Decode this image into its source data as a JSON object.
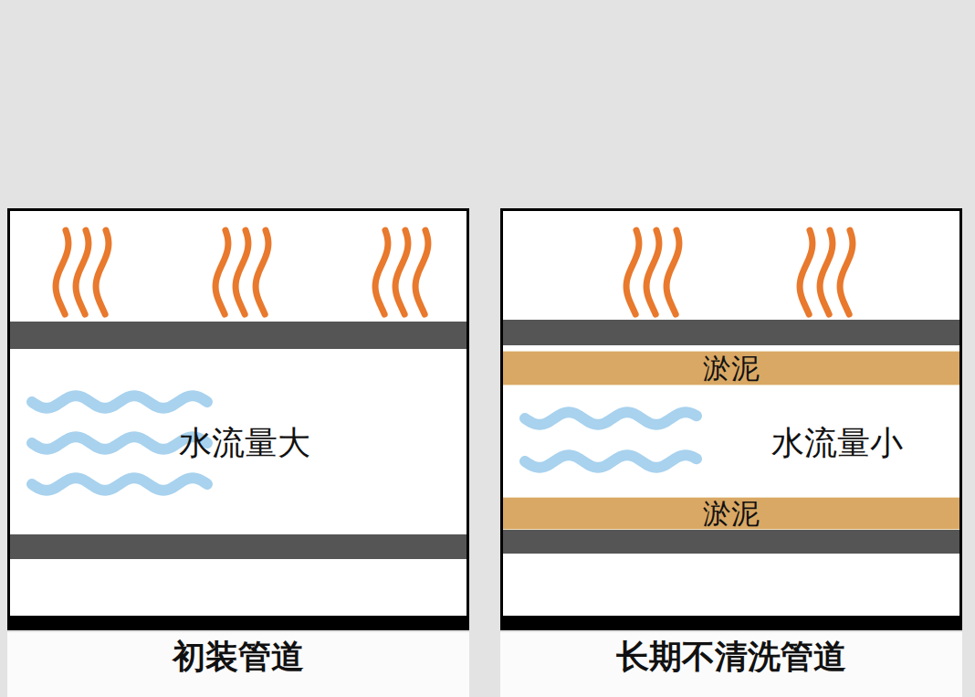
{
  "diagram": {
    "nodes": [
      {
        "text": [
          "水流量大",
          "初装管道"
        ]
      },
      {
        "text": [
          "水流量小",
          "长期不清洗管道"
        ]
      },
      {
        "text": [
          "淤泥"
        ],
        "in": 1
      },
      {
        "text": [
          "淤泥"
        ],
        "in": 1
      }
    ]
  }
}
